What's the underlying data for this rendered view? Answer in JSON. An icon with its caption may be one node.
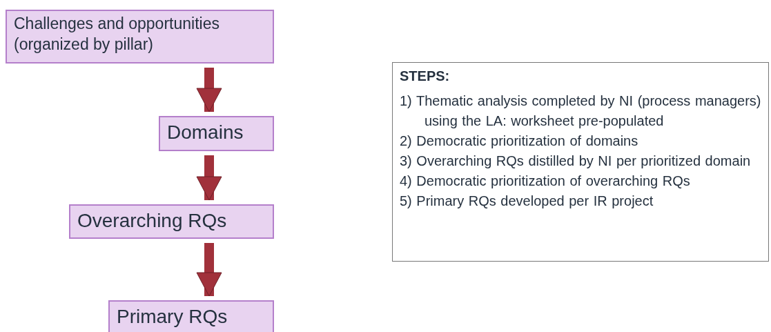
{
  "diagram": {
    "nodes": [
      {
        "text": [
          "Challenges and opportunities (organized by pillar)"
        ]
      },
      {
        "text": [
          "Domains"
        ]
      },
      {
        "text": [
          "Overarching RQs"
        ]
      },
      {
        "text": [
          "Primary RQs"
        ]
      },
      {
        "text": [
          "STEPS:",
          "1) Thematic analysis completed by NI (process managers) using the LA: worksheet pre-populated",
          "2) Democratic prioritization of domains",
          "3) Overarching RQs distilled by NI per prioritized domain",
          "4) Democratic prioritization of overarching RQs",
          "5) Primary RQs developed per IR project"
        ]
      }
    ],
    "edges": [
      {
        "from": 0,
        "to": 1,
        "arrow": "to"
      },
      {
        "from": 1,
        "to": 2,
        "arrow": "to"
      },
      {
        "from": 2,
        "to": 3,
        "arrow": "to"
      }
    ]
  }
}
